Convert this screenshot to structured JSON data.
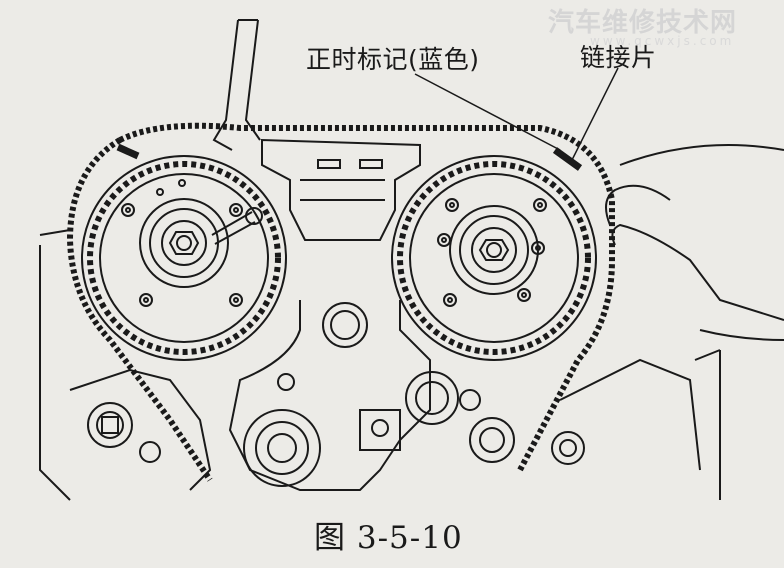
{
  "labels": {
    "timing_mark": "正时标记(蓝色)",
    "chain_link": "链接片"
  },
  "caption": "图 3-5-10",
  "watermark": {
    "site_name": "汽车维修技术网",
    "url": "www.qcwxjs.com"
  },
  "colors": {
    "ink": "#1a1a1a",
    "paper": "#ecebe7",
    "watermark": "#d5d5d5"
  }
}
